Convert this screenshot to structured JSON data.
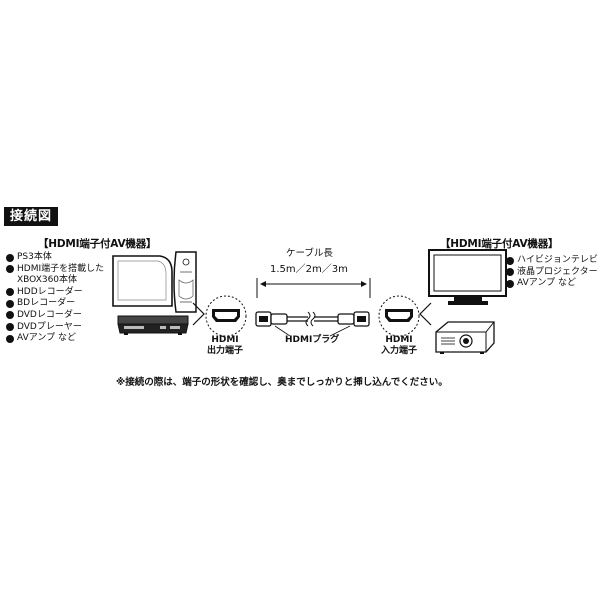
{
  "title": "接続図",
  "left_device": {
    "heading": "【HDMI端子付AV機器】",
    "items": [
      "PS3本体",
      "HDMI端子を搭載した",
      "XBOX360本体",
      "HDDレコーダー",
      "BDレコーダー",
      "DVDレコーダー",
      "DVDプレーヤー",
      "AVアンプ など"
    ],
    "bullets": [
      true,
      true,
      false,
      true,
      true,
      true,
      true,
      true
    ]
  },
  "right_device": {
    "heading": "【HDMI端子付AV機器】",
    "items": [
      "ハイビジョンテレビ",
      "液晶プロジェクター",
      "AVアンプ など"
    ]
  },
  "cable": {
    "label": "ケーブル長",
    "lengths": "1.5m／2m／3m",
    "plug_label": "HDMIプラグ"
  },
  "output_port": {
    "line1": "HDMI",
    "line2": "出力端子"
  },
  "input_port": {
    "line1": "HDMI",
    "line2": "入力端子"
  },
  "note": "※接続の際は、端子の形状を確認し、奥までしっかりと挿し込んでください。"
}
